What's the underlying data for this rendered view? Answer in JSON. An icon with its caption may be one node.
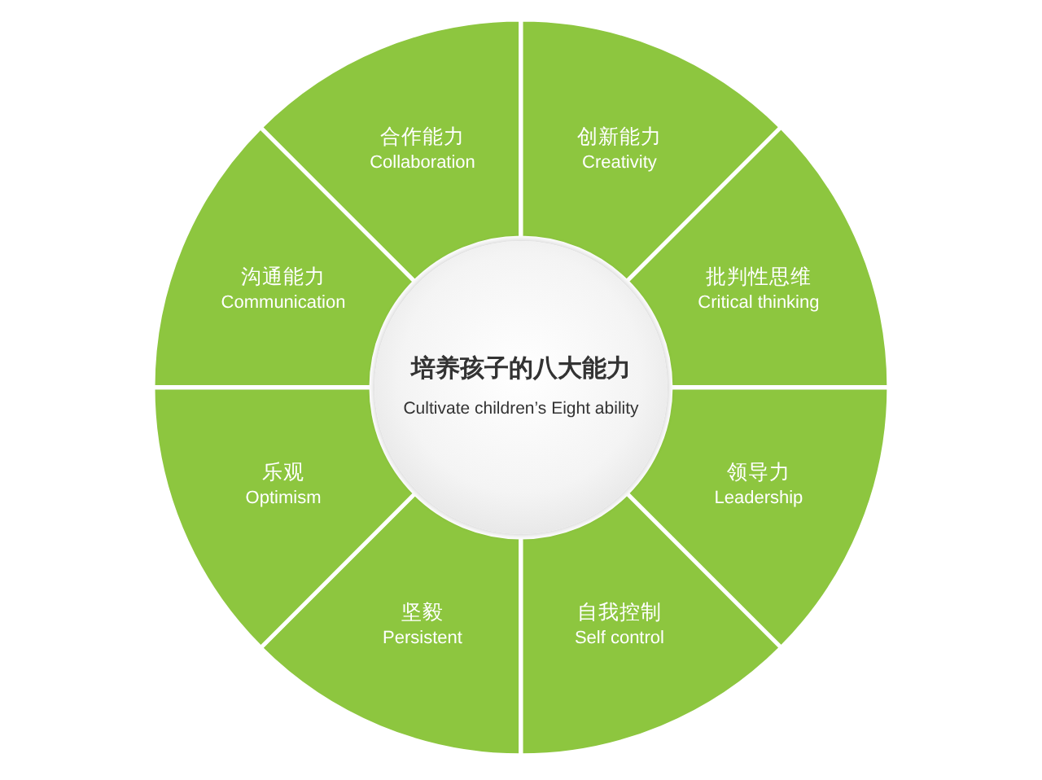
{
  "diagram": {
    "nodes": [
      {
        "text": [
          "培养孩子的八大能力",
          "Cultivate children’s Eight ability"
        ]
      },
      {
        "text": [
          "创新能力",
          "Creativity"
        ]
      },
      {
        "text": [
          "批判性思维",
          "Critical thinking"
        ]
      },
      {
        "text": [
          "领导力",
          "Leadership"
        ]
      },
      {
        "text": [
          "自我控制",
          "Self control"
        ]
      },
      {
        "text": [
          "坚毅",
          "Persistent"
        ]
      },
      {
        "text": [
          "乐观",
          "Optimism"
        ]
      },
      {
        "text": [
          "沟通能力",
          "Communication"
        ]
      },
      {
        "text": [
          "合作能力",
          "Collaboration"
        ]
      }
    ]
  }
}
